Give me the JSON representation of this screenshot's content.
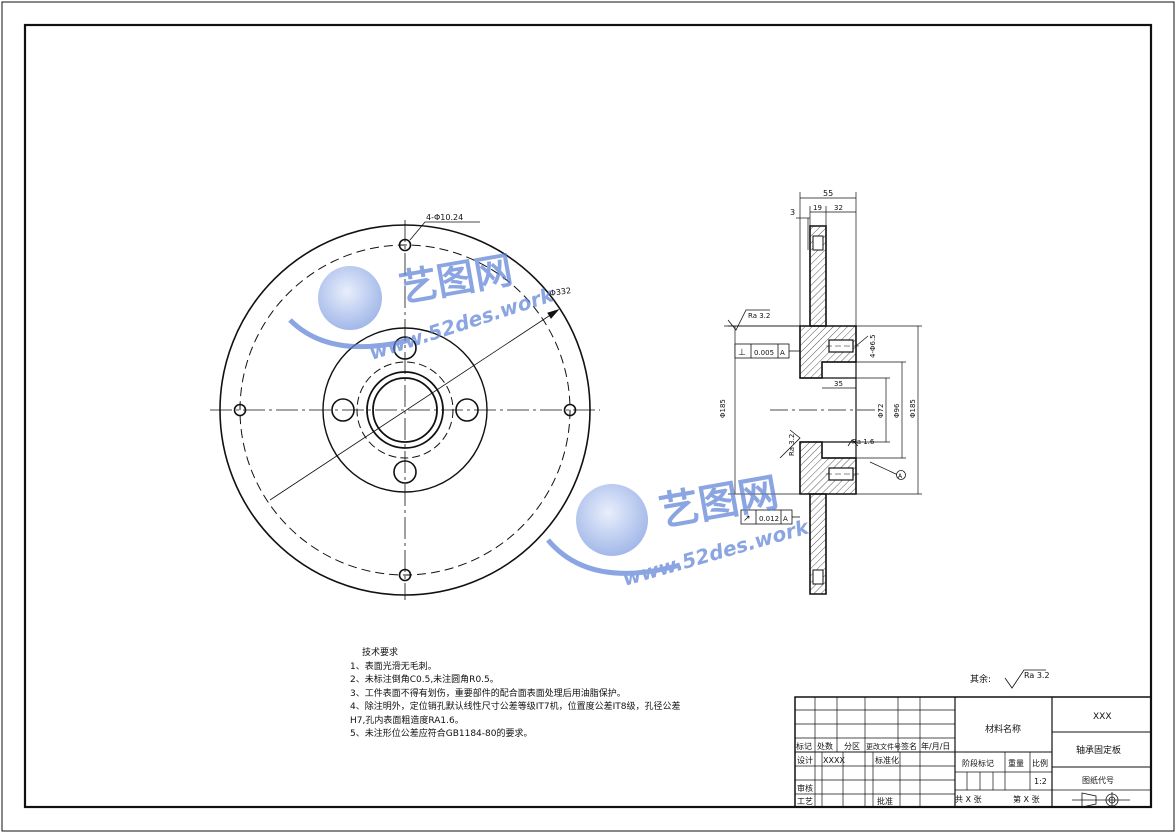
{
  "colors": {
    "line": "#111111",
    "watermark": "#5a7fd6",
    "watermark_light": "#a9c0ef"
  },
  "front_view": {
    "hole_callout": "4-Φ10.24",
    "dia_callout": "Φ332"
  },
  "section_view": {
    "dims": {
      "overall_width": "55",
      "flange_thk": "3",
      "web": "19",
      "hub": "32",
      "bore_depth": "35",
      "dia_left": "Φ185",
      "dia_72": "Φ72",
      "dia_96": "Φ96",
      "dia_185": "Φ185",
      "thread": "4-Φ6.5"
    },
    "roughness": {
      "top": "Ra 3.2",
      "left": "Ra 3.2",
      "bore": "Ra 1.6"
    },
    "tolerances": {
      "perp": {
        "symbol": "⊥",
        "value": "0.005",
        "datum": "A"
      },
      "runout": {
        "symbol": "↗",
        "value": "0.012",
        "datum": "A"
      }
    },
    "datum_label": "A"
  },
  "watermark": {
    "brand": "艺图网",
    "url": "www.52des.work"
  },
  "notes": {
    "title": "技术要求",
    "items": [
      "1、表面光滑无毛刺。",
      "2、未标注倒角C0.5,未注圆角R0.5。",
      "3、工件表面不得有划伤，重要部件的配合面表面处理后用油脂保护。",
      "4、除注明外，定位销孔默认线性尺寸公差等级IT7机，位置度公差IT8级，孔径公差",
      "H7,孔内表面粗造度RA1.6。",
      "5、未注形位公差应符合GB1184-80的要求。"
    ]
  },
  "remaining_roughness": {
    "label": "其余:",
    "value": "Ra 3.2"
  },
  "title_block": {
    "header_row": [
      "标记",
      "处数",
      "分区",
      "更改文件号",
      "签名",
      "年/月/日"
    ],
    "design_label": "设计",
    "design_value": "XXXX",
    "standardize_label": "标准化",
    "review_label": "审核",
    "process_label": "工艺",
    "approve_label": "批准",
    "material_label": "材料名称",
    "company": "XXX",
    "part_name": "轴承固定板",
    "stage_label": "阶段标记",
    "weight_label": "重量",
    "scale_label": "比例",
    "scale_value": "1:2",
    "drawing_no_label": "图纸代号",
    "sheets_total": "共 X 张",
    "sheet_no": "第 X 张"
  }
}
